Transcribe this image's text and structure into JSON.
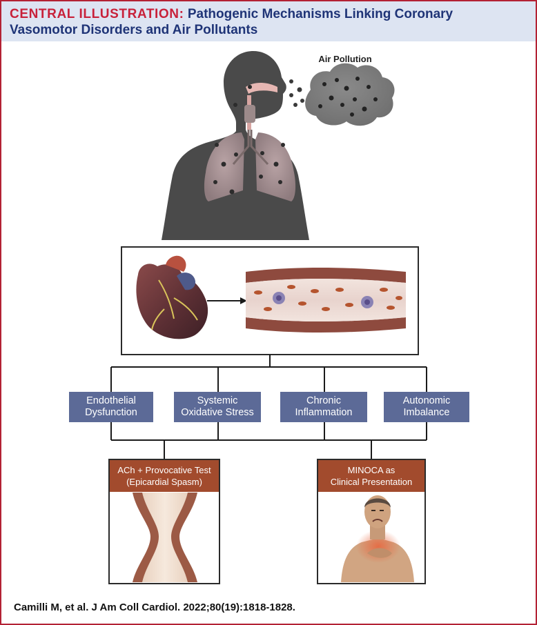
{
  "header": {
    "label": "CENTRAL ILLUSTRATION:",
    "title": "Pathogenic Mechanisms Linking Coronary Vasomotor Disorders and Air Pollutants"
  },
  "air_pollution_label": "Air Pollution",
  "mechanisms": [
    {
      "label": "Endothelial\nDysfunction"
    },
    {
      "label": "Systemic\nOxidative Stress"
    },
    {
      "label": "Chronic\nInflammation"
    },
    {
      "label": "Autonomic\nImbalance"
    }
  ],
  "outcomes": [
    {
      "label": "ACh + Provocative Test\n(Epicardial Spasm)"
    },
    {
      "label": "MINOCA as\nClinical Presentation"
    }
  ],
  "citation": "Camilli M, et al. J Am Coll Cardiol. 2022;80(19):1818-1828.",
  "colors": {
    "border": "#b32134",
    "header_bg": "#dde4f2",
    "header_label": "#c8213a",
    "header_title": "#1f3477",
    "mechanism_box": "#5c6a97",
    "outcome_head": "#a24b2d"
  }
}
